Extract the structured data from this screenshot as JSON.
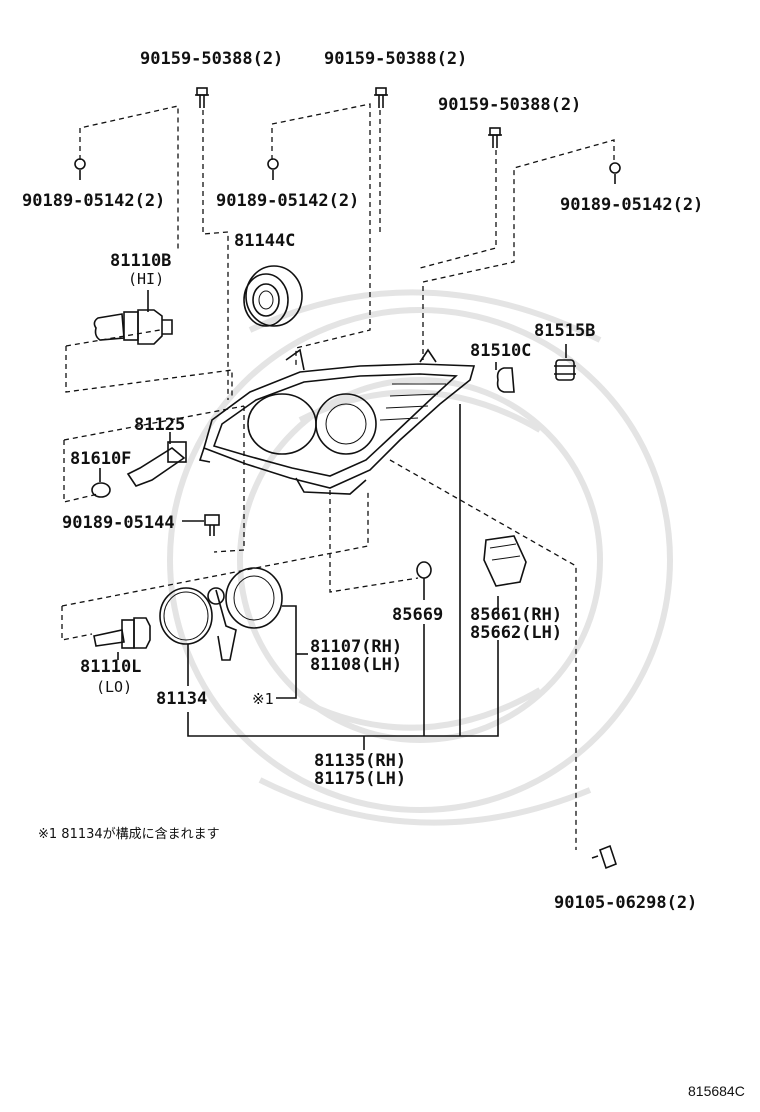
{
  "labels": {
    "bolt_top_left": "90159-50388(2)",
    "bolt_top_center": "90159-50388(2)",
    "bolt_top_right": "90159-50388(2)",
    "screw_left": "90189-05142(2)",
    "screw_center": "90189-05142(2)",
    "screw_right": "90189-05142(2)",
    "hi_bulb": "81110B",
    "hi_bulb_sub": "(HI)",
    "cover_81144c": "81144C",
    "side_bulb": "81510C",
    "socket_81515b": "81515B",
    "socket_81125": "81125",
    "bulb_81610f": "81610F",
    "screw_05144": "90189-05144",
    "o_ring": "85669",
    "actuator_rh": "85661(RH)",
    "actuator_lh": "85662(LH)",
    "cover_rh": "81107(RH)",
    "cover_lh": "81108(LH)",
    "mark_1": "※1",
    "lo_bulb": "81110L",
    "lo_bulb_sub": "(LO)",
    "gasket": "81134",
    "assy_rh": "81135(RH)",
    "assy_lh": "81175(LH)",
    "bolt_bottom": "90105-06298(2)",
    "footnote": "※1  81134が構成に含まれます",
    "diagram_code": "815684C"
  }
}
